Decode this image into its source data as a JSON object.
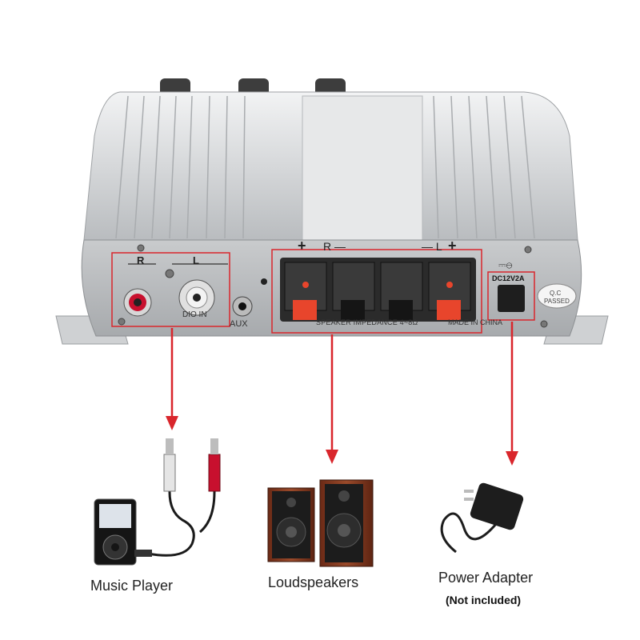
{
  "panel": {
    "r_label": "R",
    "l_label": "L",
    "audio_in_label": "DIO IN",
    "aux_label": "AUX",
    "speaker_plus_r": "+",
    "speaker_r": "R —",
    "speaker_l": "— L",
    "speaker_plus_l": "+",
    "speaker_spec": "SPEAKER IMPEDANCE 4~8Ω",
    "made_in": "MADE IN CHINA",
    "dc_label": "DC12V2A",
    "qc_label": "Q.C",
    "passed_label": "PASSED"
  },
  "captions": {
    "music_player": "Music Player",
    "loudspeakers": "Loudspeakers",
    "power_adapter": "Power Adapter",
    "not_included": "(Not included)"
  },
  "colors": {
    "highlight": "#d9262c",
    "body_silver": "#d8dadc",
    "panel_dark": "#2b2b2b"
  }
}
